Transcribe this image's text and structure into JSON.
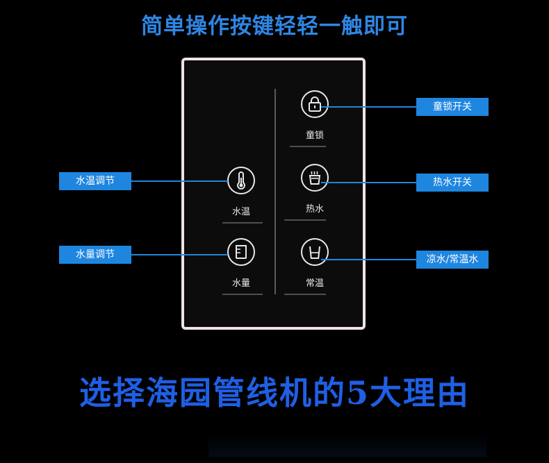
{
  "headline": "简单操作按键轻轻一触即可",
  "controls": {
    "child_lock": {
      "icon": "lock-icon",
      "label": "童锁"
    },
    "hot_water": {
      "icon": "steaming-cup-icon",
      "label": "热水"
    },
    "normal_water": {
      "icon": "cup-icon",
      "label": "常温"
    },
    "water_temp": {
      "icon": "thermometer-icon",
      "label": "水温"
    },
    "water_volume": {
      "icon": "measuring-cup-icon",
      "label": "水量"
    }
  },
  "callouts": {
    "child_lock": "童锁开关",
    "hot_water": "热水开关",
    "normal_water": "凉水/常温水",
    "water_temp": "水温调节",
    "water_volume": "水量调节"
  },
  "footer": "选择海园管线机的5大理由",
  "colors": {
    "accent": "#1f86e0",
    "headline": "#2f86e3",
    "footer": "#1f5fe4",
    "panel_border": "#efe3e3",
    "background": "#000000"
  }
}
